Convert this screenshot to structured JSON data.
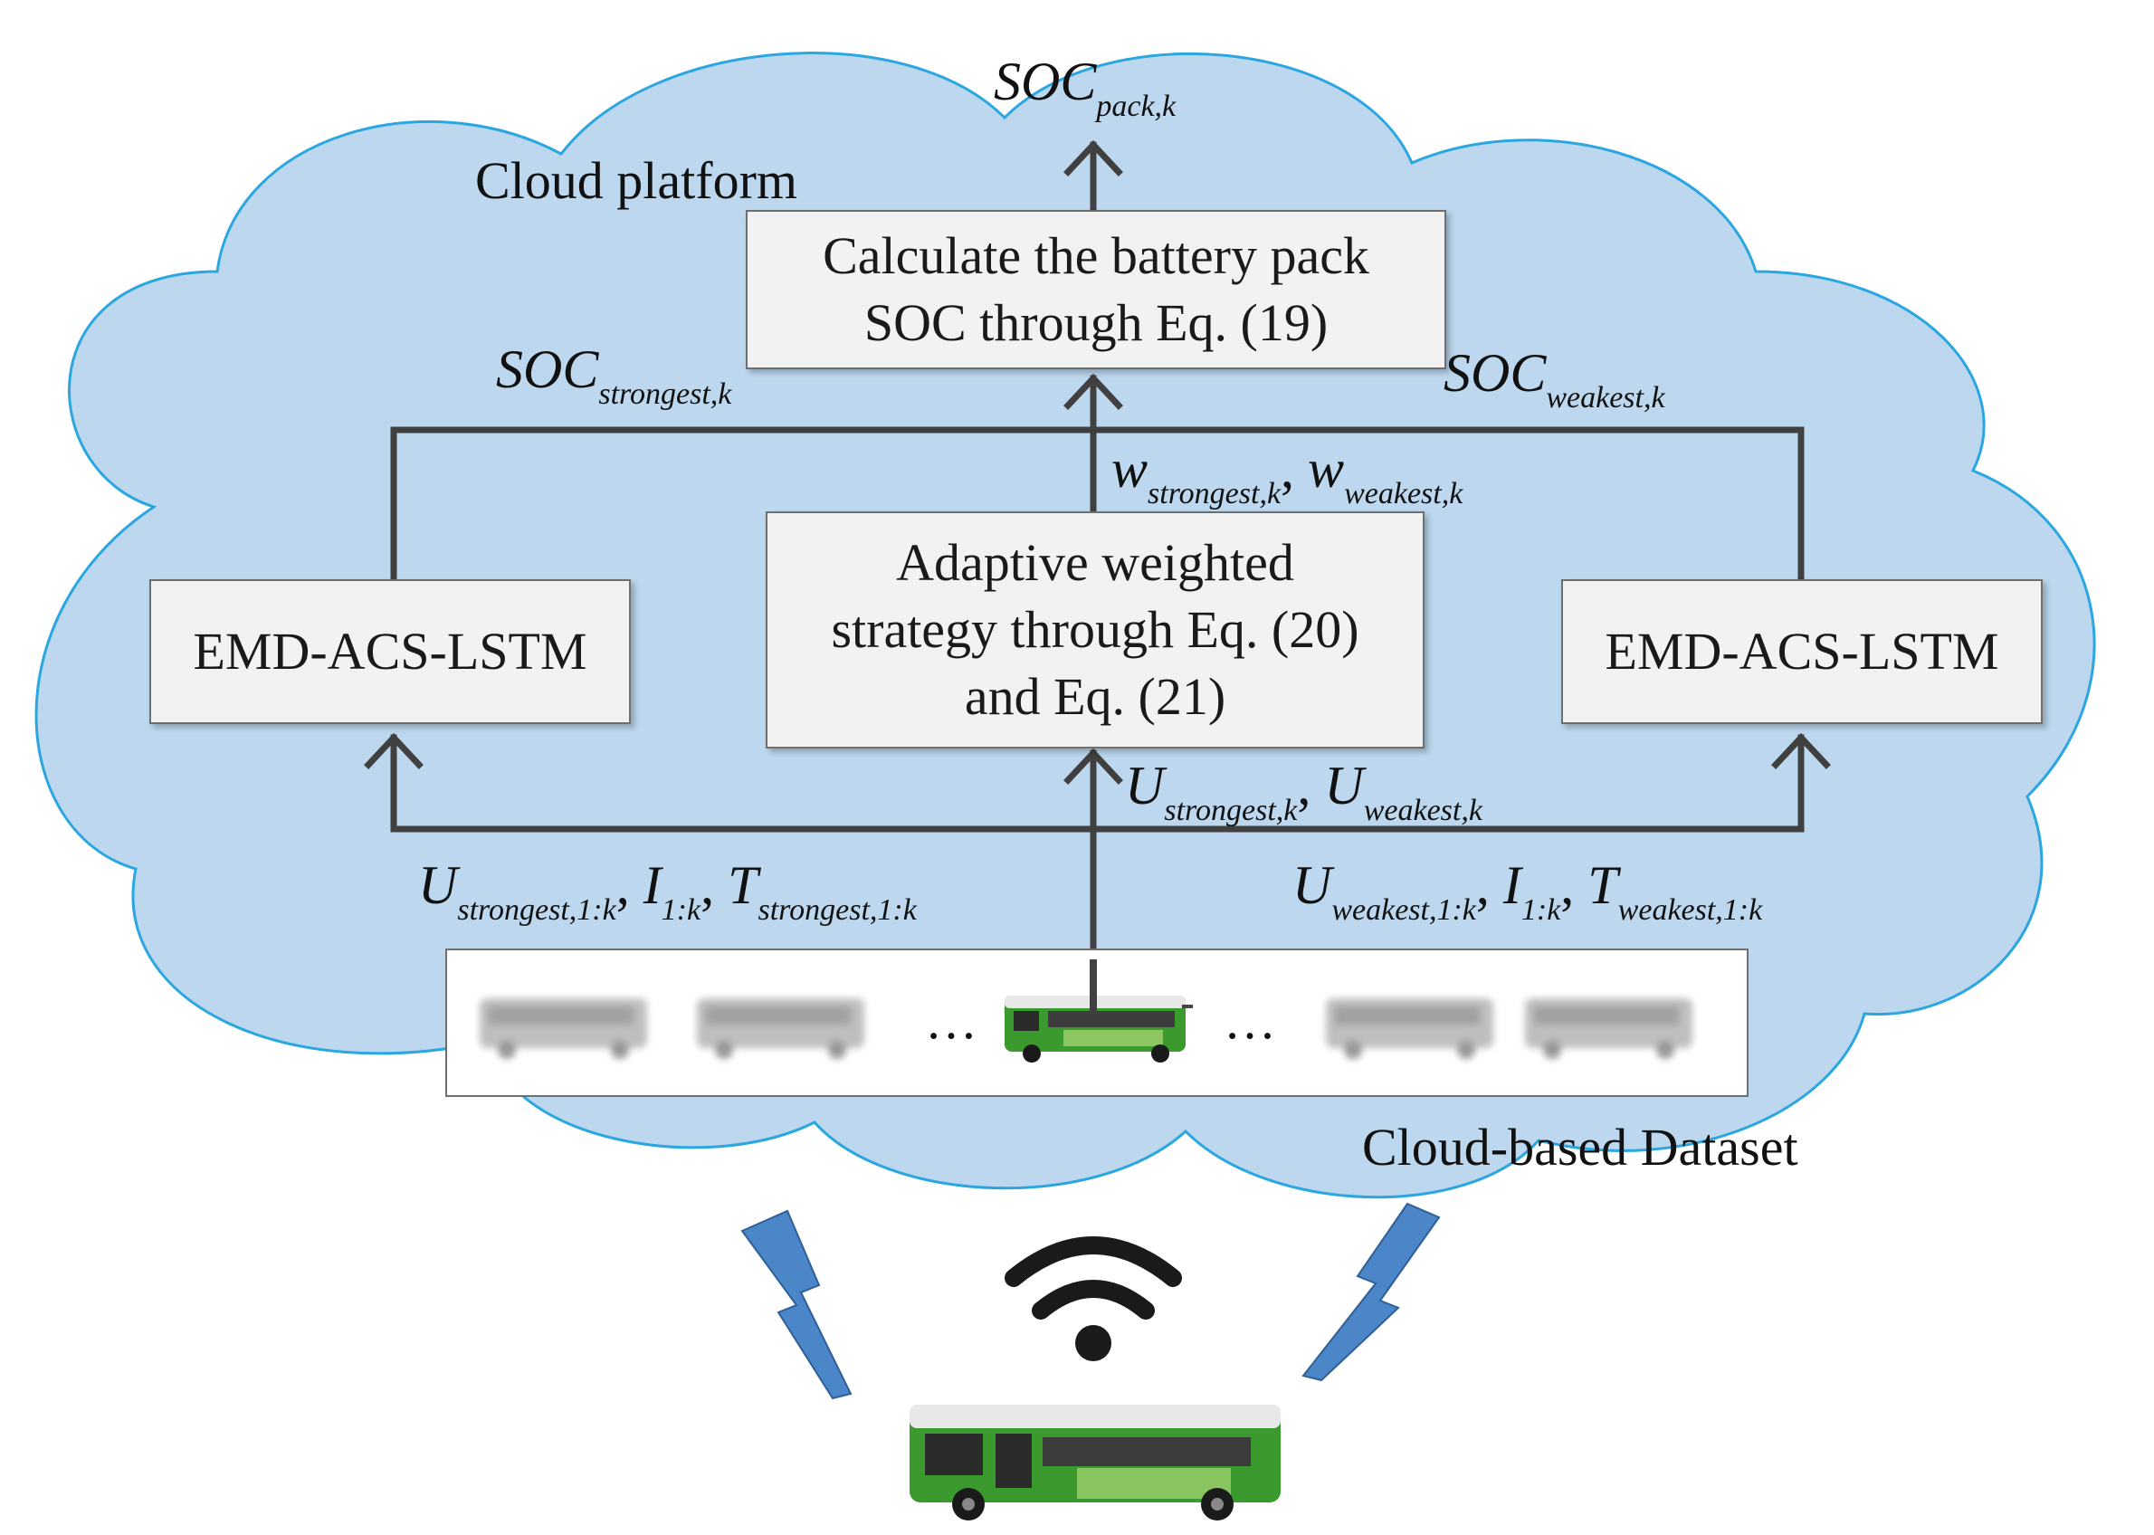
{
  "diagram": {
    "cloud_label": "Cloud platform",
    "dataset_label": "Cloud-based Dataset",
    "top_box": {
      "lines": [
        "Calculate the battery pack",
        "SOC through Eq. (19)"
      ]
    },
    "middle_box": {
      "lines": [
        "Adaptive weighted",
        "strategy through Eq. (20)",
        "and Eq. (21)"
      ]
    },
    "left_box": {
      "label": "EMD-ACS-LSTM"
    },
    "right_box": {
      "label": "EMD-ACS-LSTM"
    },
    "math_labels": {
      "soc_pack": {
        "main": "SOC",
        "sub": "pack,k"
      },
      "soc_strongest": {
        "main": "SOC",
        "sub": "strongest,k"
      },
      "soc_weakest": {
        "main": "SOC",
        "sub": "weakest,k"
      },
      "weights": {
        "w1": "w",
        "w1_sub": "strongest,k",
        "w2": "w",
        "w2_sub": "weakest,k"
      },
      "u_mid": {
        "u1": "U",
        "u1_sub": "strongest,k",
        "u2": "U",
        "u2_sub": "weakest,k"
      },
      "strongest_inputs": {
        "u": "U",
        "u_sub": "strongest,1:k",
        "i": "I",
        "i_sub": "1:k",
        "t": "T",
        "t_sub": "strongest,1:k"
      },
      "weakest_inputs": {
        "u": "U",
        "u_sub": "weakest,1:k",
        "i": "I",
        "i_sub": "1:k",
        "t": "T",
        "t_sub": "weakest,1:k"
      }
    },
    "ellipsis": "…",
    "icons": [
      "cloud-icon",
      "bus-icon",
      "wifi-icon",
      "lightning-icon"
    ],
    "colors": {
      "cloud_fill": "#bcd7ee",
      "cloud_stroke": "#2aa6e0",
      "arrow": "#404040",
      "box_fill": "#f2f2f2",
      "bus_green": "#3a9a2e",
      "lightning": "#4a86c8",
      "wifi": "#1a1a1a"
    }
  }
}
